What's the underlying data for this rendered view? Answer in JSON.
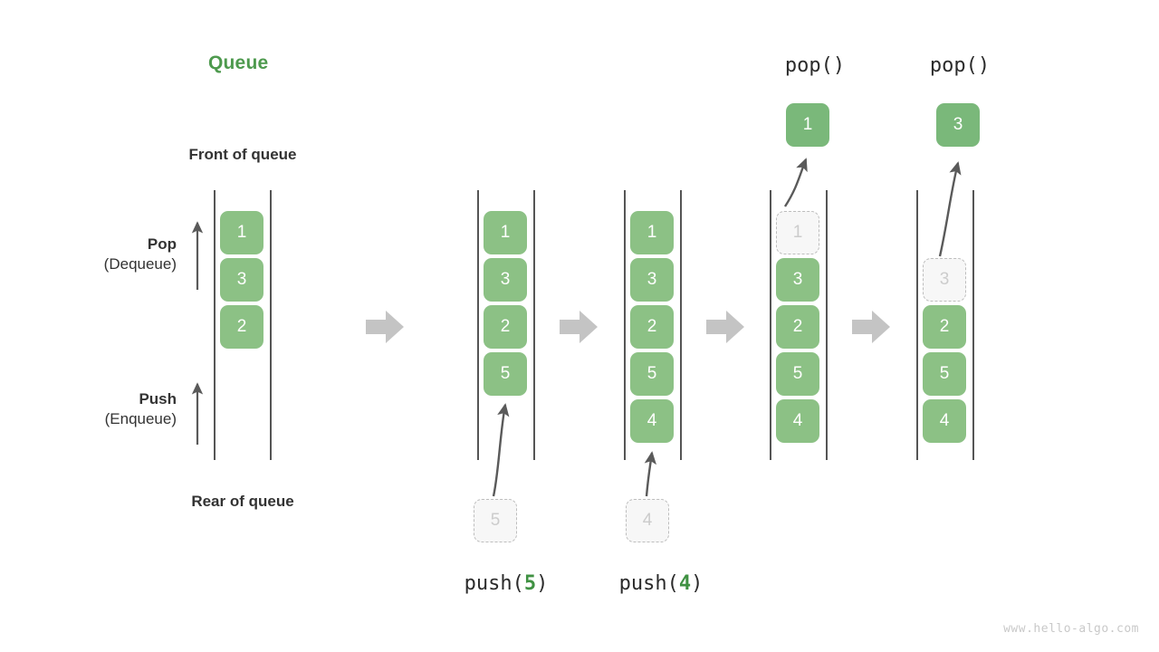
{
  "title": "Queue",
  "labels": {
    "front": "Front of queue",
    "rear": "Rear of queue",
    "pop_strong": "Pop",
    "pop_sub": "(Dequeue)",
    "push_strong": "Push",
    "push_sub": "(Enqueue)"
  },
  "colors": {
    "element": "#8cc185",
    "title": "#4e9a4e",
    "accent_number": "#3f9142",
    "rail": "#555555",
    "ghost_fill": "#f7f7f7",
    "ghost_border": "#bdbdbd",
    "ghost_text": "#cccccc",
    "block_arrow": "#c4c4c4",
    "thin_arrow": "#5a5a5a",
    "text": "#333333",
    "watermark": "#c9c9c9"
  },
  "watermark": "www.hello-algo.com",
  "stages": [
    {
      "id": "initial",
      "cells": [
        "1",
        "3",
        "2"
      ],
      "ghost_index": -1,
      "op_label_prefix": "",
      "op_label_value": "",
      "op_label_suffix": "",
      "incoming": null,
      "outgoing": null
    },
    {
      "id": "push-5",
      "cells": [
        "1",
        "3",
        "2",
        "5"
      ],
      "ghost_index": -1,
      "op_label_prefix": "push(",
      "op_label_value": "5",
      "op_label_suffix": ")",
      "incoming": "5",
      "outgoing": null
    },
    {
      "id": "push-4",
      "cells": [
        "1",
        "3",
        "2",
        "5",
        "4"
      ],
      "ghost_index": -1,
      "op_label_prefix": "push(",
      "op_label_value": "4",
      "op_label_suffix": ")",
      "incoming": "4",
      "outgoing": null
    },
    {
      "id": "pop-1",
      "cells": [
        "1",
        "3",
        "2",
        "5",
        "4"
      ],
      "ghost_index": 0,
      "op_label_prefix": "pop()",
      "op_label_value": "",
      "op_label_suffix": "",
      "incoming": null,
      "outgoing": "1"
    },
    {
      "id": "pop-3",
      "cells": [
        "3",
        "2",
        "5",
        "4"
      ],
      "ghost_index": 0,
      "op_label_prefix": "pop()",
      "op_label_value": "",
      "op_label_suffix": "",
      "incoming": null,
      "outgoing": "3"
    }
  ],
  "transition_arrows": [
    {
      "name": "transition-arrow-1"
    },
    {
      "name": "transition-arrow-2"
    },
    {
      "name": "transition-arrow-3"
    },
    {
      "name": "transition-arrow-4"
    }
  ],
  "direction_arrows": [
    {
      "name": "pop-direction-arrow"
    },
    {
      "name": "push-direction-arrow"
    }
  ]
}
